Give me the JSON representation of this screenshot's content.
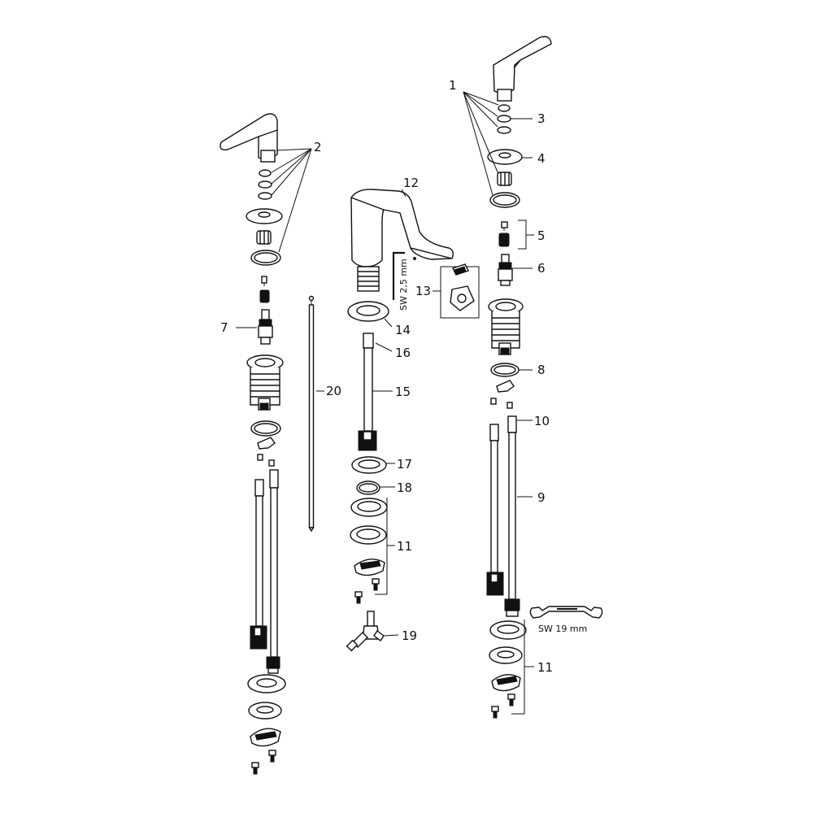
{
  "callouts": {
    "c1": "1",
    "c2": "2",
    "c3": "3",
    "c4": "4",
    "c5": "5",
    "c6": "6",
    "c7": "7",
    "c8": "8",
    "c9": "9",
    "c10": "10",
    "c11a": "11",
    "c11b": "11",
    "c12": "12",
    "c13": "13",
    "c14": "14",
    "c15": "15",
    "c16": "16",
    "c17": "17",
    "c18": "18",
    "c19": "19",
    "c20": "20"
  },
  "tool_labels": {
    "hex_key": "SW 2,5 mm",
    "wrench": "SW 19 mm"
  },
  "icons": [
    "lever-handle-icon",
    "spout-icon",
    "hex-key-icon",
    "wrench-icon",
    "valve-cartridge-icon",
    "hose-icon",
    "o-ring-icon",
    "screw-icon",
    "t-connector-icon"
  ]
}
